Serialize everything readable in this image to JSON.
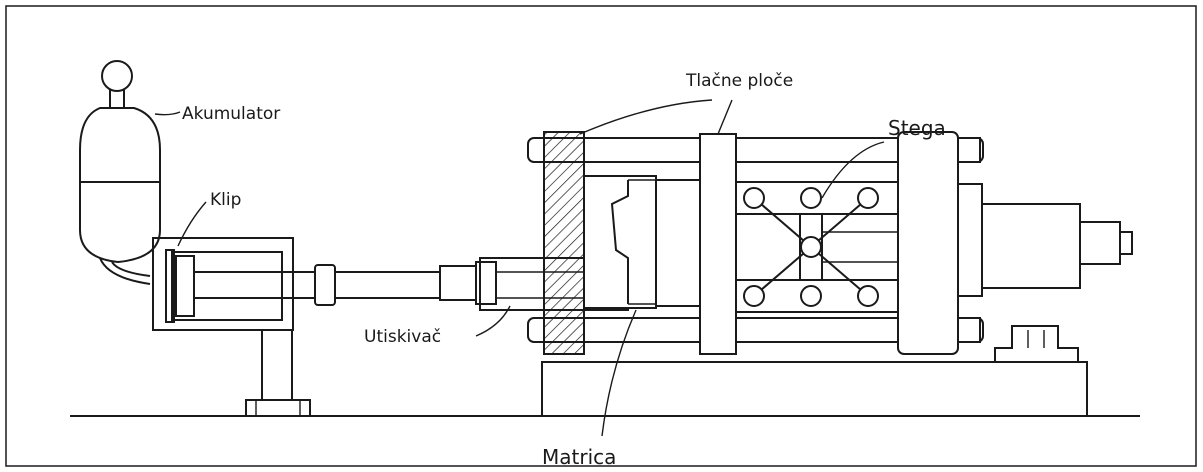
{
  "labels": {
    "akumulator": "Akumulator",
    "klip": "Klip",
    "utiskivac": "Utiskivač",
    "matrica": "Matrica",
    "tlacne_ploce": "Tlačne ploče",
    "stega": "Stega"
  },
  "colors": {
    "line": "#1a1a1a",
    "background": "#ffffff"
  }
}
